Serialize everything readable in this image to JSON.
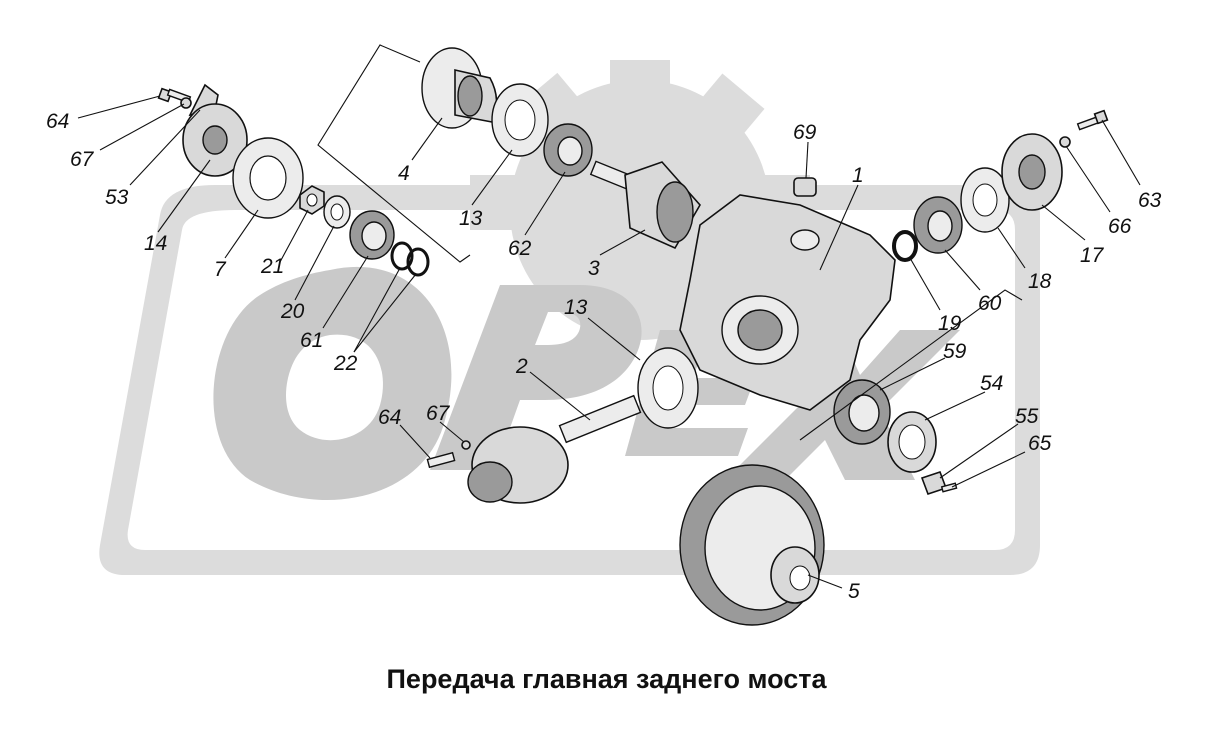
{
  "caption": "Передача главная заднего моста",
  "watermark": {
    "text": "ОРЕХ",
    "color": "#c9c9c9"
  },
  "callouts": [
    {
      "id": "64a",
      "label": "64"
    },
    {
      "id": "67a",
      "label": "67"
    },
    {
      "id": "53",
      "label": "53"
    },
    {
      "id": "14",
      "label": "14"
    },
    {
      "id": "7",
      "label": "7"
    },
    {
      "id": "21",
      "label": "21"
    },
    {
      "id": "20",
      "label": "20"
    },
    {
      "id": "61",
      "label": "61"
    },
    {
      "id": "22",
      "label": "22"
    },
    {
      "id": "4",
      "label": "4"
    },
    {
      "id": "13a",
      "label": "13"
    },
    {
      "id": "62",
      "label": "62"
    },
    {
      "id": "3",
      "label": "3"
    },
    {
      "id": "69",
      "label": "69"
    },
    {
      "id": "1",
      "label": "1"
    },
    {
      "id": "13b",
      "label": "13"
    },
    {
      "id": "2",
      "label": "2"
    },
    {
      "id": "64b",
      "label": "64"
    },
    {
      "id": "67b",
      "label": "67"
    },
    {
      "id": "19",
      "label": "19"
    },
    {
      "id": "60",
      "label": "60"
    },
    {
      "id": "18",
      "label": "18"
    },
    {
      "id": "17",
      "label": "17"
    },
    {
      "id": "66",
      "label": "66"
    },
    {
      "id": "63",
      "label": "63"
    },
    {
      "id": "59",
      "label": "59"
    },
    {
      "id": "54",
      "label": "54"
    },
    {
      "id": "55",
      "label": "55"
    },
    {
      "id": "65",
      "label": "65"
    },
    {
      "id": "5",
      "label": "5"
    }
  ]
}
